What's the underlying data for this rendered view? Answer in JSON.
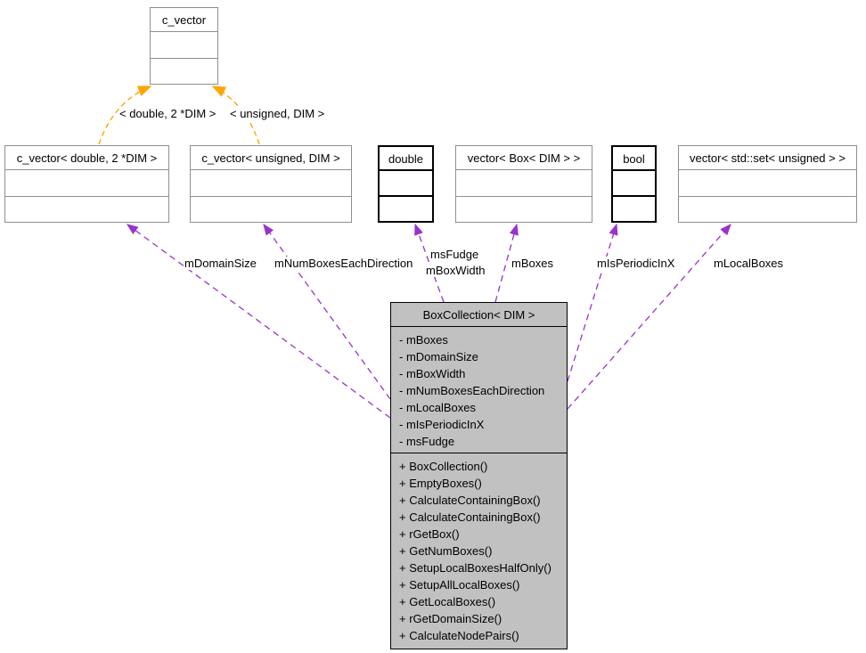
{
  "top_class": {
    "title": "c_vector"
  },
  "classes": [
    {
      "title": "c_vector< double, 2 *DIM >"
    },
    {
      "title": "c_vector< unsigned, DIM >"
    },
    {
      "title": "double"
    },
    {
      "title": "vector< Box< DIM > >"
    },
    {
      "title": "bool"
    },
    {
      "title": "vector< std::set< unsigned > >"
    }
  ],
  "main_class": {
    "title": "BoxCollection< DIM >",
    "attributes": [
      "- mBoxes",
      "- mDomainSize",
      "- mBoxWidth",
      "- mNumBoxesEachDirection",
      "- mLocalBoxes",
      "- mIsPeriodicInX",
      "- msFudge"
    ],
    "methods": [
      "+ BoxCollection()",
      "+ EmptyBoxes()",
      "+ CalculateContainingBox()",
      "+ CalculateContainingBox()",
      "+ rGetBox()",
      "+ GetNumBoxes()",
      "+ SetupLocalBoxesHalfOnly()",
      "+ SetupAllLocalBoxes()",
      "+ GetLocalBoxes()",
      "+ rGetDomainSize()",
      "+ CalculateNodePairs()"
    ]
  },
  "edge_labels": [
    "mDomainSize",
    "mNumBoxesEachDirection",
    "msFudge",
    "mBoxWidth",
    "mBoxes",
    "mIsPeriodicInX",
    "mLocalBoxes"
  ],
  "template_labels": [
    "< double, 2 *DIM >",
    "< unsigned, DIM >"
  ],
  "colors": {
    "member_edge": "#9a32cd",
    "template_edge": "#ffa500",
    "main_fill": "#c1c1c1"
  }
}
